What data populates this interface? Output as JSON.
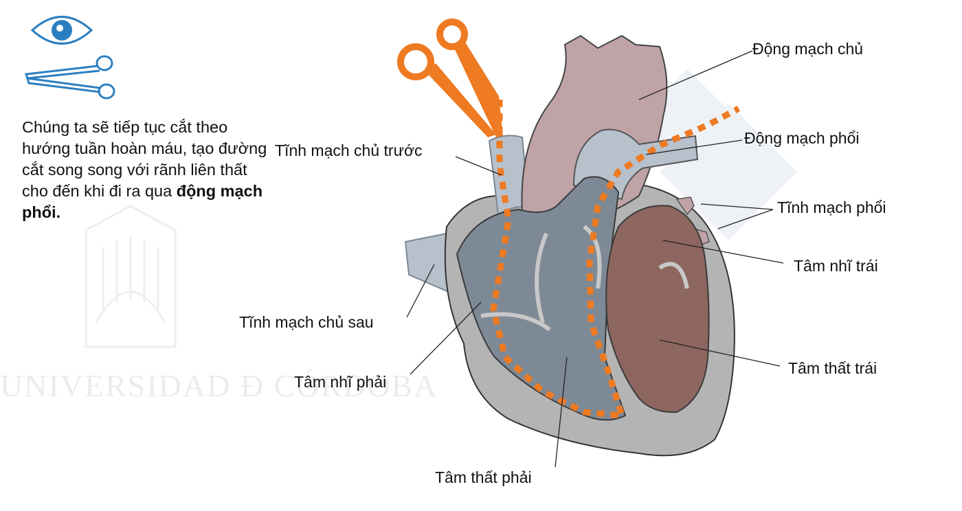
{
  "description": {
    "before": "Chúng ta sẽ tiếp tục cắt theo hướng tuần hoàn máu, tạo đường cắt song song với rãnh liên thất cho đến khi đi ra qua ",
    "bold": "động mạch phổi."
  },
  "watermark": "UNIVERSIDAD Ð CÓRDOBA",
  "labels": {
    "aorta": "Động mạch chủ",
    "pulmonary_artery": "Động mạch phổi",
    "pulmonary_veins": "Tĩnh mạch phổi",
    "left_atrium": "Tâm nhĩ trái",
    "left_ventricle": "Tâm thất trái",
    "cranial_vena_cava": "Tĩnh mạch chủ trước",
    "caudal_vena_cava": "Tĩnh mạch chủ sau",
    "right_atrium": "Tâm nhĩ phải",
    "right_ventricle": "Tâm thất phải"
  },
  "icons": [
    "eye-icon",
    "scissors-icon",
    "orange-scissors-icon"
  ],
  "colors": {
    "icon_blue": "#2b7fc1",
    "cut_line": "#ee7a22",
    "vessel_blue": "#b6c1cc",
    "aorta": "#bfa3a6",
    "right_chambers": "#7e8996",
    "left_chambers": "#8d665f",
    "heart_outer": "#b4b4b4"
  }
}
